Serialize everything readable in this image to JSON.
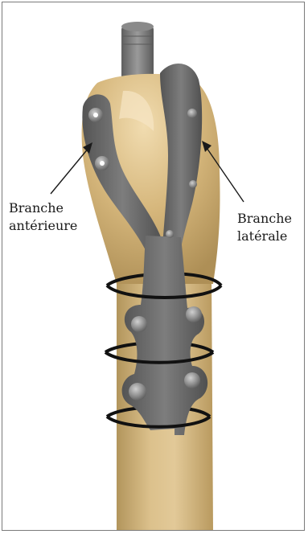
{
  "labels": {
    "anterior": {
      "line1": "Branche",
      "line2": "antérieure"
    },
    "lateral": {
      "line1": "Branche",
      "line2": "latérale"
    }
  },
  "colors": {
    "bone": "#d4b47a",
    "plate": "#707070",
    "stem": "#7c7c7c",
    "ring": "#111111",
    "frame": "#7a7a7a"
  }
}
